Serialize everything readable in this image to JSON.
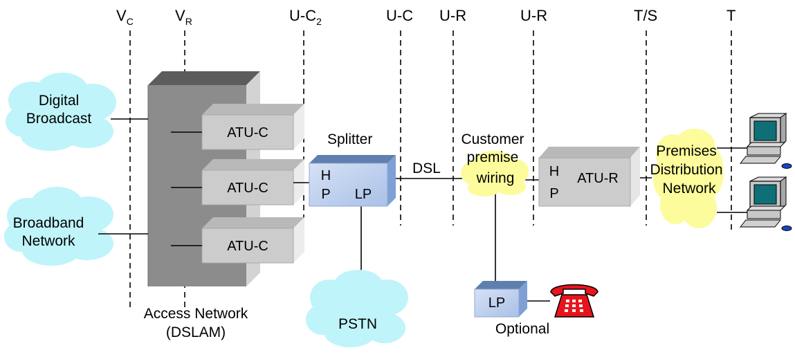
{
  "ref_points": [
    {
      "main": "V",
      "sub": "C"
    },
    {
      "main": "V",
      "sub": "R"
    },
    {
      "main": "U-C",
      "sub": "2"
    },
    {
      "main": "U-C",
      "sub": ""
    },
    {
      "main": "U-R",
      "sub": ""
    },
    {
      "main": "U-R",
      "sub": ""
    },
    {
      "main": "T/S",
      "sub": ""
    },
    {
      "main": "T",
      "sub": ""
    }
  ],
  "clouds": {
    "digital_broadcast": [
      "Digital",
      "Broadcast"
    ],
    "broadband_network": [
      "Broadband",
      "Network"
    ],
    "pstn": [
      "PSTN"
    ],
    "customer_premise_wiring": [
      "Customer",
      "premise",
      "wiring"
    ],
    "premises_distribution_network": [
      "Premises",
      "Distribution",
      "Network"
    ]
  },
  "dslam": {
    "atu_c": [
      "ATU-C",
      "ATU-C",
      "ATU-C"
    ],
    "caption": [
      "Access Network",
      "(DSLAM)"
    ]
  },
  "splitter": {
    "label": "Splitter",
    "hp_h": "H",
    "hp_p": "P",
    "lp": "LP"
  },
  "dsl_label": "DSL",
  "atu_r": {
    "label": "ATU-R",
    "hp_h": "H",
    "hp_p": "P"
  },
  "optional_lp": {
    "label": "LP",
    "caption": "Optional"
  },
  "colors": {
    "cloud_cyan": "#bff4fa",
    "cloud_yellow": "#fcfc9c",
    "box_gray": "#cccccc",
    "dslam_gray": "#8c8c8c",
    "splitter_blue": "#b8ccec",
    "phone_red": "#e8141c"
  },
  "icons": [
    "computer-icon",
    "computer-icon",
    "telephone-icon"
  ]
}
